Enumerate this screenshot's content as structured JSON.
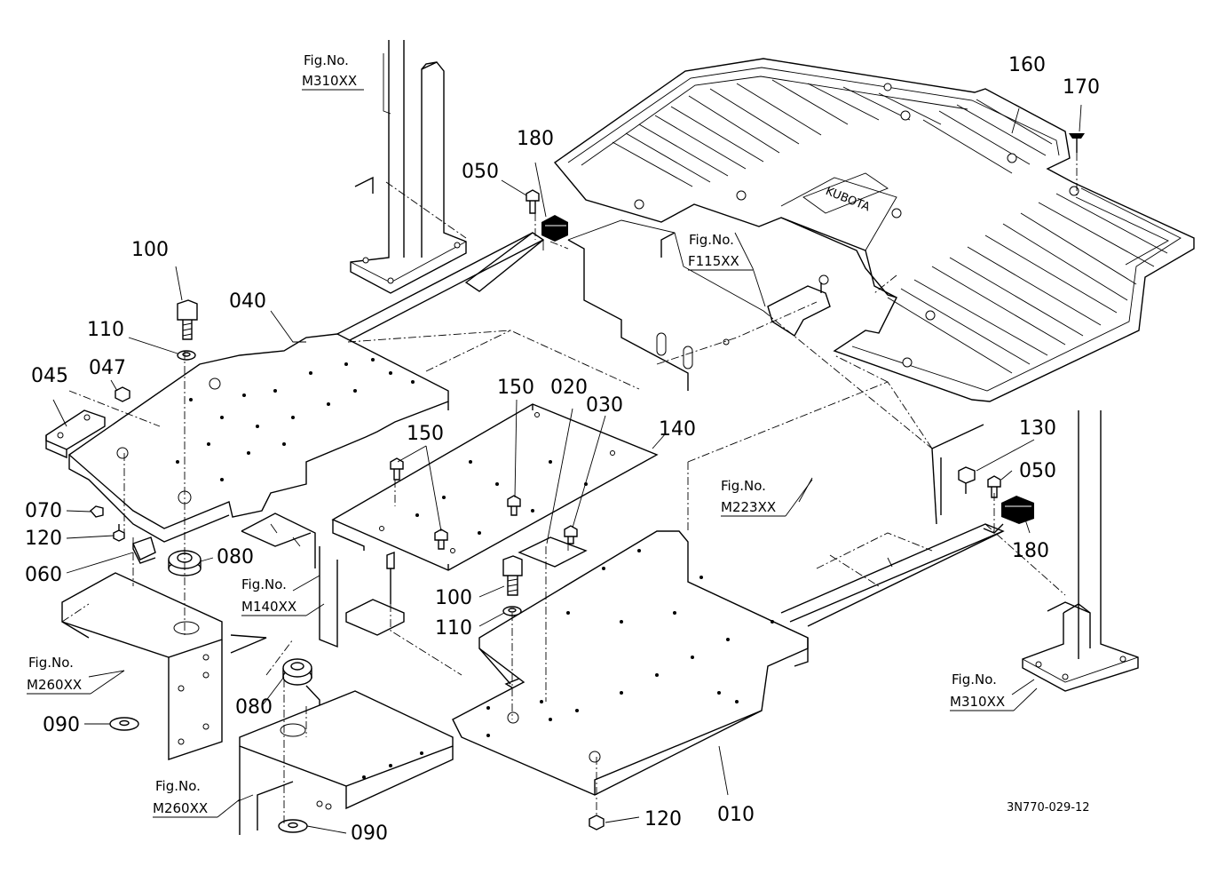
{
  "drawing_code": "3N770-029-12",
  "fig_prefix": "Fig.No.",
  "part_numbers": {
    "p010": "010",
    "p020": "020",
    "p030": "030",
    "p040": "040",
    "p045": "045",
    "p047": "047",
    "p050": "050",
    "p060": "060",
    "p070": "070",
    "p080": "080",
    "p090": "090",
    "p100": "100",
    "p110": "110",
    "p120": "120",
    "p130": "130",
    "p140": "140",
    "p150": "150",
    "p160": "160",
    "p170": "170",
    "p180": "180"
  },
  "fig_refs": {
    "m310": "M310XX",
    "f115": "F115XX",
    "m223": "M223XX",
    "m140": "M140XX",
    "m260": "M260XX"
  },
  "mat_lettering": "KUBOTA"
}
